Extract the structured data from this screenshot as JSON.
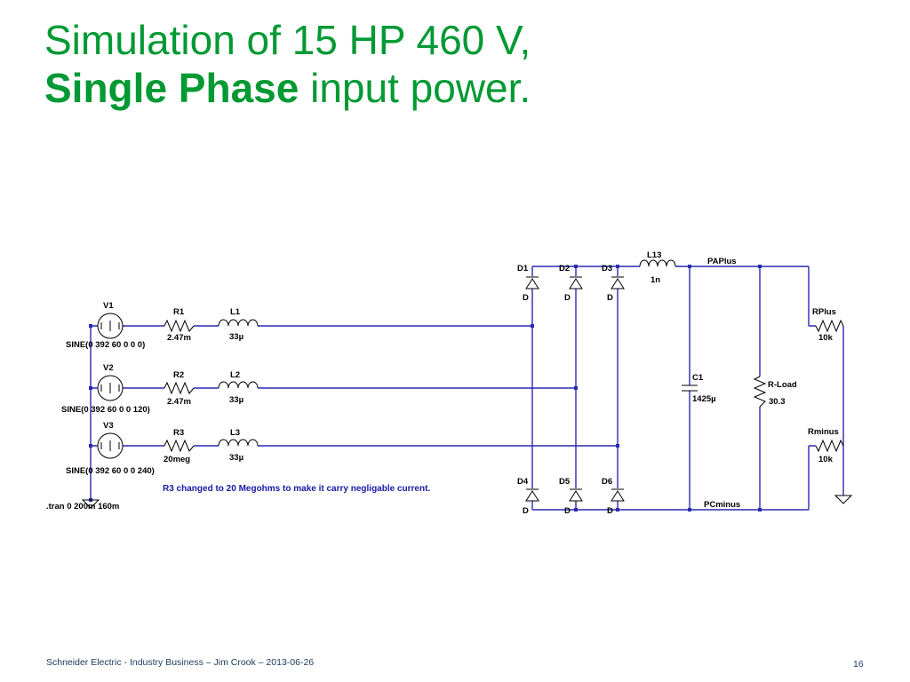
{
  "slide": {
    "title_line1": "Simulation of 15 HP 460 V,",
    "title_bold": "Single Phase",
    "title_rest": " input power.",
    "footer": "Schneider Electric - Industry Business – Jim Crook – 2013-06-26",
    "page_number": "16"
  },
  "colors": {
    "title": "#009933",
    "wire": "#2a2ab3",
    "note": "#1a1aa8"
  },
  "schematic": {
    "sources": [
      {
        "name": "V1",
        "spec": "SINE(0 392 60 0 0 0)"
      },
      {
        "name": "V2",
        "spec": "SINE(0 392 60 0 0 120)"
      },
      {
        "name": "V3",
        "spec": "SINE(0 392 60 0 0 240)"
      }
    ],
    "resistors": [
      {
        "name": "R1",
        "value": "2.47m"
      },
      {
        "name": "R2",
        "value": "2.47m"
      },
      {
        "name": "R3",
        "value": "20meg"
      }
    ],
    "inductors": [
      {
        "name": "L1",
        "value": "33µ"
      },
      {
        "name": "L2",
        "value": "33µ"
      },
      {
        "name": "L3",
        "value": "33µ"
      }
    ],
    "diodes_top": [
      {
        "name": "D1",
        "model": "D"
      },
      {
        "name": "D2",
        "model": "D"
      },
      {
        "name": "D3",
        "model": "D"
      }
    ],
    "diodes_bottom": [
      {
        "name": "D4",
        "model": "D"
      },
      {
        "name": "D5",
        "model": "D"
      },
      {
        "name": "D6",
        "model": "D"
      }
    ],
    "choke": {
      "name": "L13",
      "value": "1n"
    },
    "capacitor": {
      "name": "C1",
      "value": "1425µ"
    },
    "load": {
      "name": "R-Load",
      "value": "30.3"
    },
    "rplus": {
      "name": "RPlus",
      "value": "10k"
    },
    "rminus": {
      "name": "Rminus",
      "value": "10k"
    },
    "nets": {
      "plus": "PAPlus",
      "minus": "PCminus"
    },
    "directive": ".tran 0 200m 160m",
    "note": "R3 changed to 20 Megohms to make it carry negligable current."
  }
}
